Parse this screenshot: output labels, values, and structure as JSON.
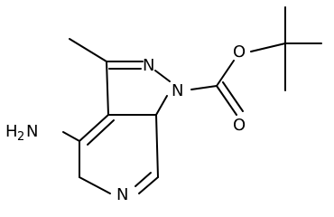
{
  "molecule": {
    "atoms": {
      "amino_H": "H",
      "amino_H_count": "2",
      "amino_N": "N",
      "pyrazole_N2": "N",
      "pyrazole_N1": "N",
      "pyridine_N": "N",
      "ester_O": "O",
      "carbonyl_O": "O"
    },
    "colors": {
      "bond": "#000000",
      "label": "#000000",
      "background": "#ffffff"
    }
  }
}
